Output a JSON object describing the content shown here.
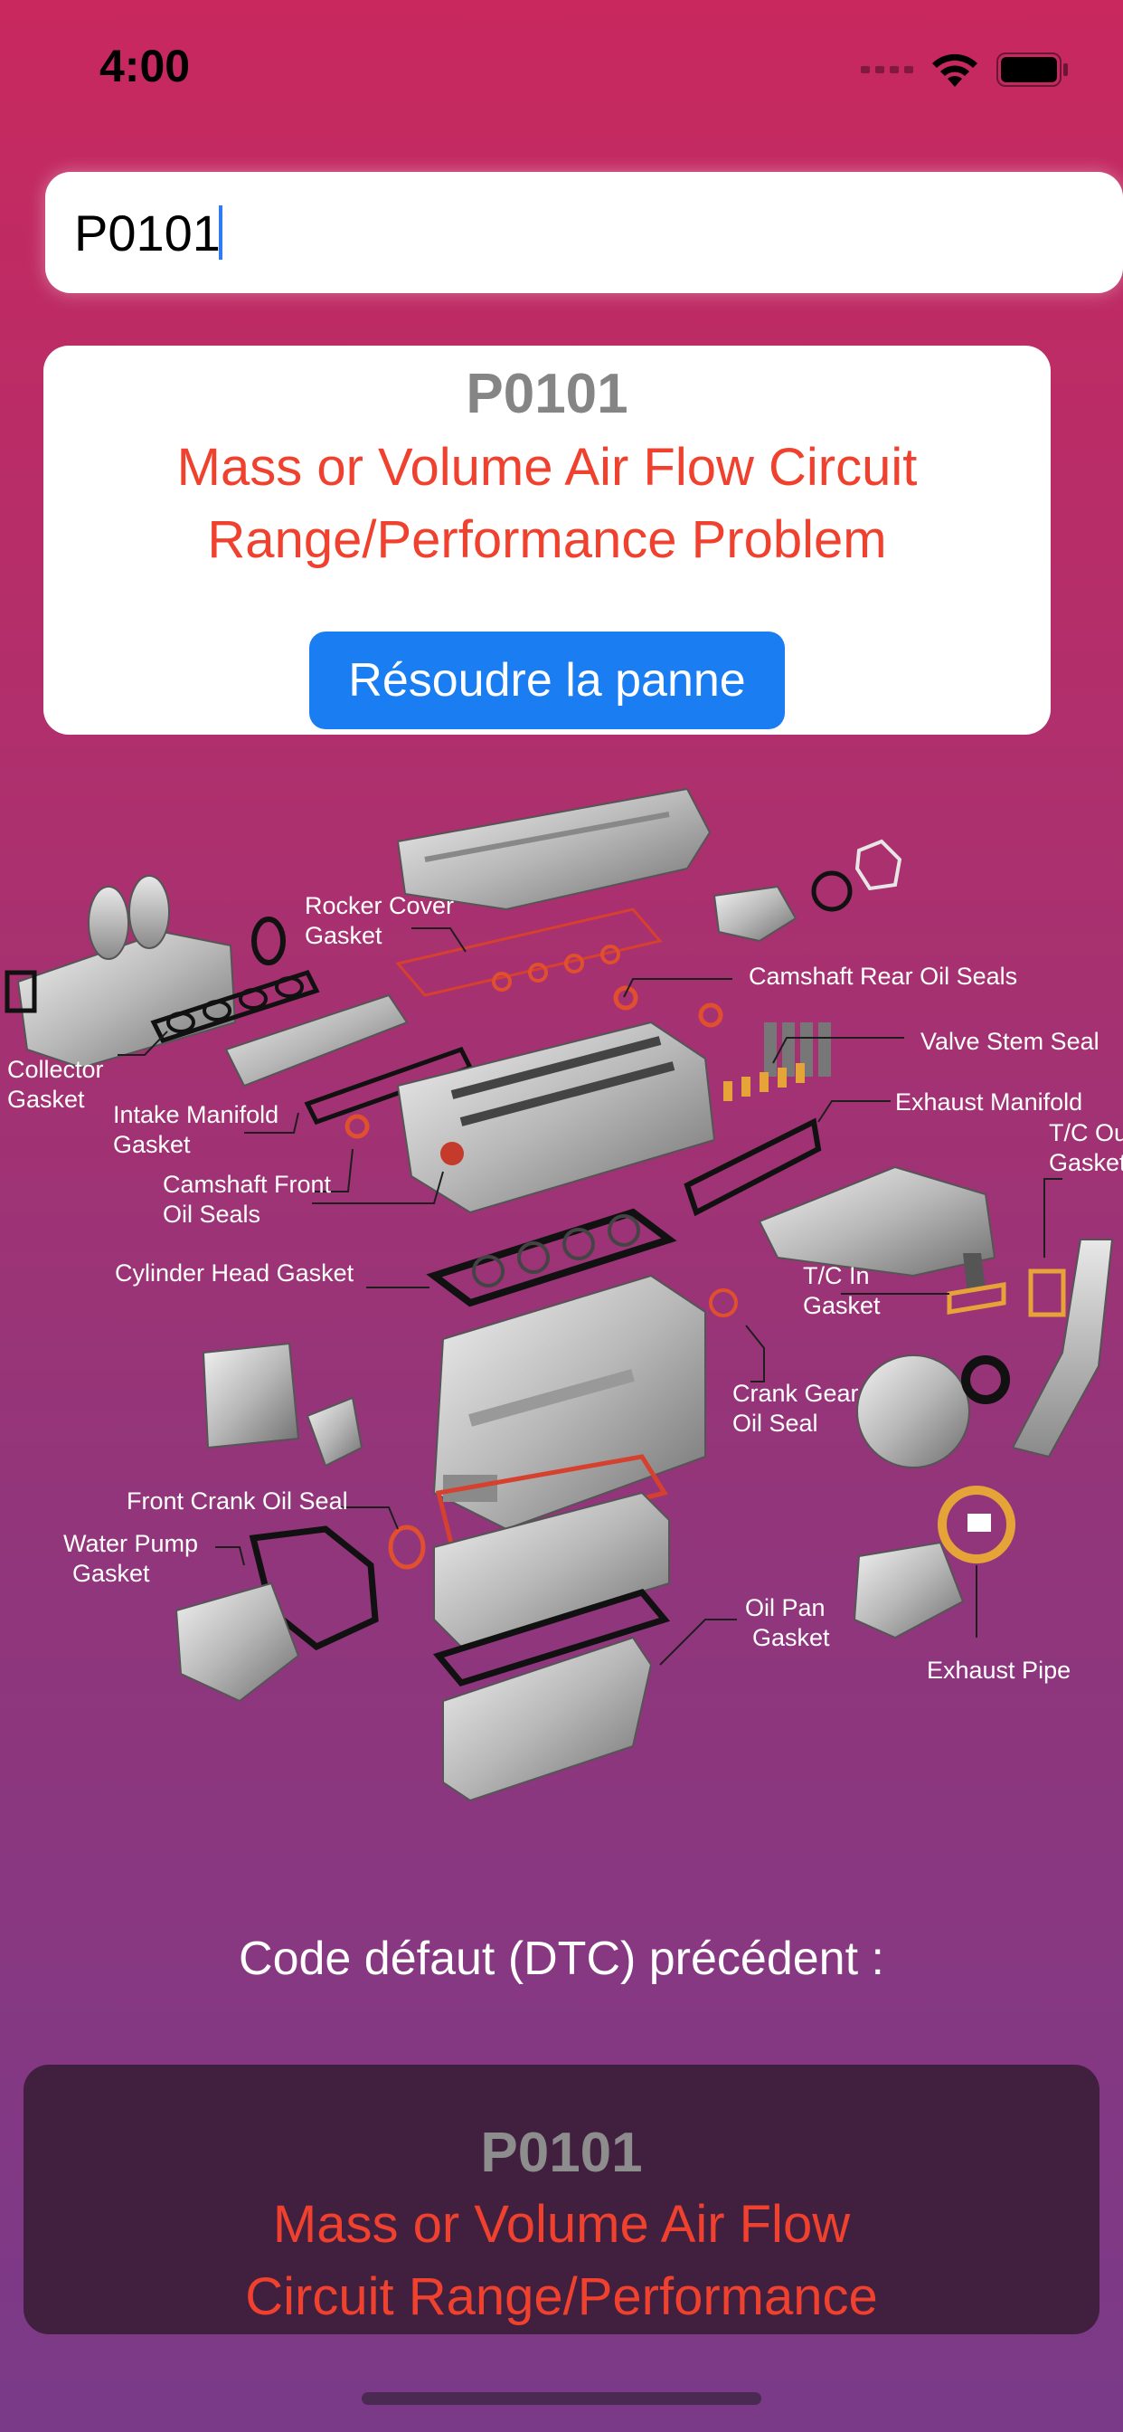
{
  "status_bar": {
    "time": "4:00"
  },
  "search": {
    "value": "P0101"
  },
  "result": {
    "code": "P0101",
    "description": "Mass or Volume Air Flow Circuit Range/Performance Problem",
    "solve_button_label": "Résoudre la panne"
  },
  "diagram": {
    "labels": {
      "rocker_cover_gasket_1": "Rocker Cover",
      "rocker_cover_gasket_2": "Gasket",
      "camshaft_rear_oil_seals": "Camshaft Rear Oil Seals",
      "valve_stem_seal": "Valve Stem Seal",
      "exhaust_manifold": "Exhaust Manifold",
      "tc_out_gasket_1": "T/C Ou",
      "tc_out_gasket_2": "Gasket",
      "collector_gasket_1": "Collector",
      "collector_gasket_2": "Gasket",
      "intake_manifold_gasket_1": "Intake Manifold",
      "intake_manifold_gasket_2": "Gasket",
      "camshaft_front_oil_seals_1": "Camshaft Front",
      "camshaft_front_oil_seals_2": "Oil Seals",
      "cylinder_head_gasket": "Cylinder Head Gasket",
      "tc_in_gasket_1": "T/C In",
      "tc_in_gasket_2": "Gasket",
      "crank_gear_oil_seal_1": "Crank Gear",
      "crank_gear_oil_seal_2": "Oil Seal",
      "front_crank_oil_seal": "Front Crank Oil Seal",
      "water_pump_gasket_1": "Water Pump",
      "water_pump_gasket_2": "Gasket",
      "oil_pan_gasket_1": "Oil Pan",
      "oil_pan_gasket_2": "Gasket",
      "exhaust_pipe": "Exhaust Pipe"
    }
  },
  "previous": {
    "heading": "Code défaut (DTC) précédent :",
    "code": "P0101",
    "description": "Mass or Volume Air Flow Circuit Range/Performance"
  },
  "colors": {
    "accent_button": "#1a7df2",
    "description_red": "#f0402e",
    "code_gray": "#858585"
  }
}
